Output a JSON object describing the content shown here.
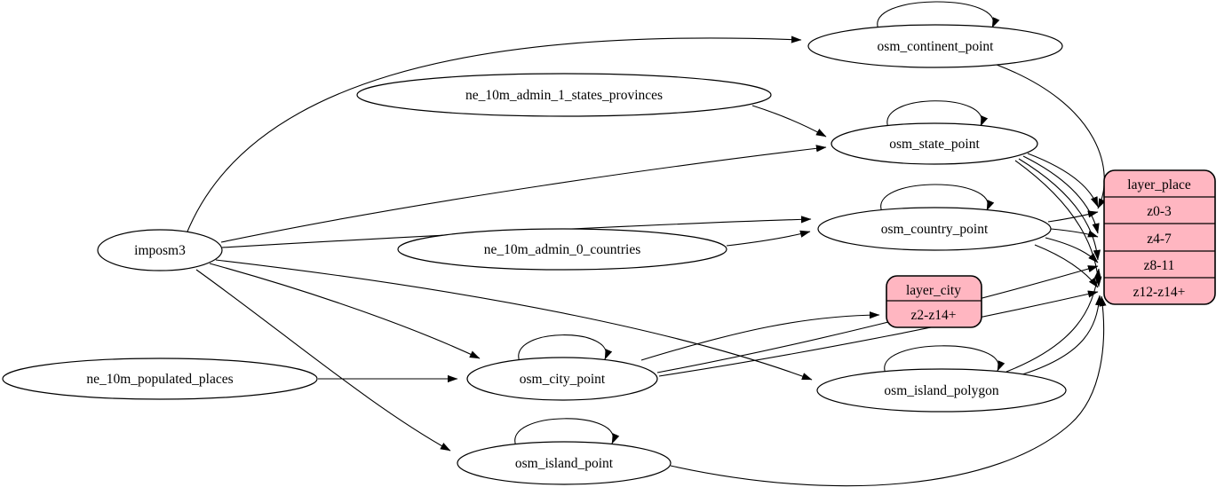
{
  "diagram": {
    "kind": "graphviz-digraph",
    "colors": {
      "background": "#ffffff",
      "edge": "#000000",
      "table_fill": "#ffffff",
      "record_fill": "#ffb6c1",
      "text": "#000000"
    },
    "nodes": {
      "imposm3": {
        "label": "imposm3"
      },
      "ne_10m_admin_1_states_provinces": {
        "label": "ne_10m_admin_1_states_provinces"
      },
      "ne_10m_admin_0_countries": {
        "label": "ne_10m_admin_0_countries"
      },
      "ne_10m_populated_places": {
        "label": "ne_10m_populated_places"
      },
      "osm_continent_point": {
        "label": "osm_continent_point"
      },
      "osm_state_point": {
        "label": "osm_state_point"
      },
      "osm_country_point": {
        "label": "osm_country_point"
      },
      "osm_city_point": {
        "label": "osm_city_point"
      },
      "osm_island_polygon": {
        "label": "osm_island_polygon"
      },
      "osm_island_point": {
        "label": "osm_island_point"
      }
    },
    "records": {
      "layer_place": {
        "title": "layer_place",
        "rows": [
          "z0-3",
          "z4-7",
          "z8-11",
          "z12-z14+"
        ]
      },
      "layer_city": {
        "title": "layer_city",
        "rows": [
          "z2-z14+"
        ]
      }
    },
    "edges": [
      {
        "from": "imposm3",
        "to": "osm_continent_point"
      },
      {
        "from": "imposm3",
        "to": "osm_state_point"
      },
      {
        "from": "imposm3",
        "to": "osm_country_point"
      },
      {
        "from": "imposm3",
        "to": "osm_city_point"
      },
      {
        "from": "imposm3",
        "to": "osm_island_polygon"
      },
      {
        "from": "imposm3",
        "to": "osm_island_point"
      },
      {
        "from": "ne_10m_admin_1_states_provinces",
        "to": "osm_state_point"
      },
      {
        "from": "ne_10m_admin_0_countries",
        "to": "osm_country_point"
      },
      {
        "from": "ne_10m_populated_places",
        "to": "osm_city_point"
      },
      {
        "from": "osm_continent_point",
        "to": "osm_continent_point",
        "self_loop": true
      },
      {
        "from": "osm_state_point",
        "to": "osm_state_point",
        "self_loop": true
      },
      {
        "from": "osm_country_point",
        "to": "osm_country_point",
        "self_loop": true
      },
      {
        "from": "osm_city_point",
        "to": "osm_city_point",
        "self_loop": true
      },
      {
        "from": "osm_island_polygon",
        "to": "osm_island_polygon",
        "self_loop": true
      },
      {
        "from": "osm_island_point",
        "to": "osm_island_point",
        "self_loop": true
      },
      {
        "from": "osm_continent_point",
        "to": "layer_place",
        "port": "z0-3"
      },
      {
        "from": "osm_state_point",
        "to": "layer_place",
        "port": "z0-3"
      },
      {
        "from": "osm_state_point",
        "to": "layer_place",
        "port": "z4-7"
      },
      {
        "from": "osm_state_point",
        "to": "layer_place",
        "port": "z8-11"
      },
      {
        "from": "osm_state_point",
        "to": "layer_place",
        "port": "z12-z14+"
      },
      {
        "from": "osm_country_point",
        "to": "layer_place",
        "port": "z0-3"
      },
      {
        "from": "osm_country_point",
        "to": "layer_place",
        "port": "z4-7"
      },
      {
        "from": "osm_country_point",
        "to": "layer_place",
        "port": "z8-11"
      },
      {
        "from": "osm_country_point",
        "to": "layer_place",
        "port": "z12-z14+"
      },
      {
        "from": "osm_city_point",
        "to": "layer_city",
        "port": "z2-z14+"
      },
      {
        "from": "osm_city_point",
        "to": "layer_place",
        "port": "z8-11"
      },
      {
        "from": "osm_city_point",
        "to": "layer_place",
        "port": "z12-z14+"
      },
      {
        "from": "osm_island_polygon",
        "to": "layer_place",
        "port": "z8-11"
      },
      {
        "from": "osm_island_polygon",
        "to": "layer_place",
        "port": "z12-z14+"
      },
      {
        "from": "osm_island_point",
        "to": "layer_place",
        "port": "z12-z14+"
      }
    ]
  }
}
